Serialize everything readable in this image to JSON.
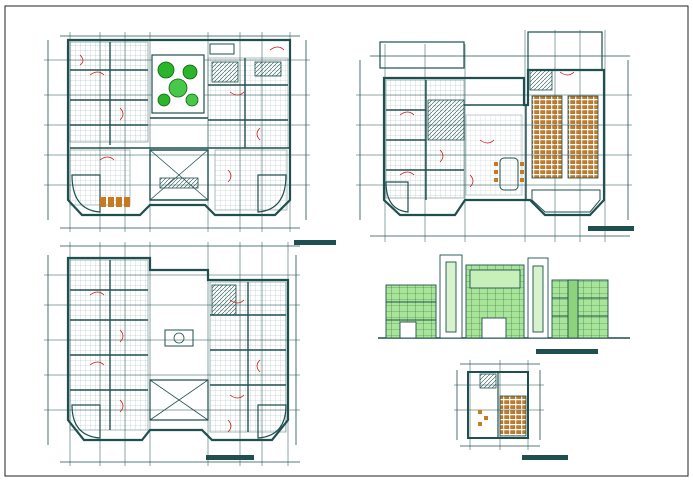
{
  "sheet": {
    "title": "",
    "line_color": "#1f4f4f",
    "accent_red": "#d40000",
    "tree_green": "#2bb52b",
    "glass_green": "#9fe08f",
    "furniture_orange": "#c87a1e"
  },
  "drawings": [
    {
      "id": "ground-floor-plan",
      "label": ""
    },
    {
      "id": "first-floor-plan",
      "label": ""
    },
    {
      "id": "auditorium-floor-plan",
      "label": ""
    },
    {
      "id": "front-elevation",
      "label": ""
    },
    {
      "id": "roof-detail-plan",
      "label": ""
    }
  ]
}
